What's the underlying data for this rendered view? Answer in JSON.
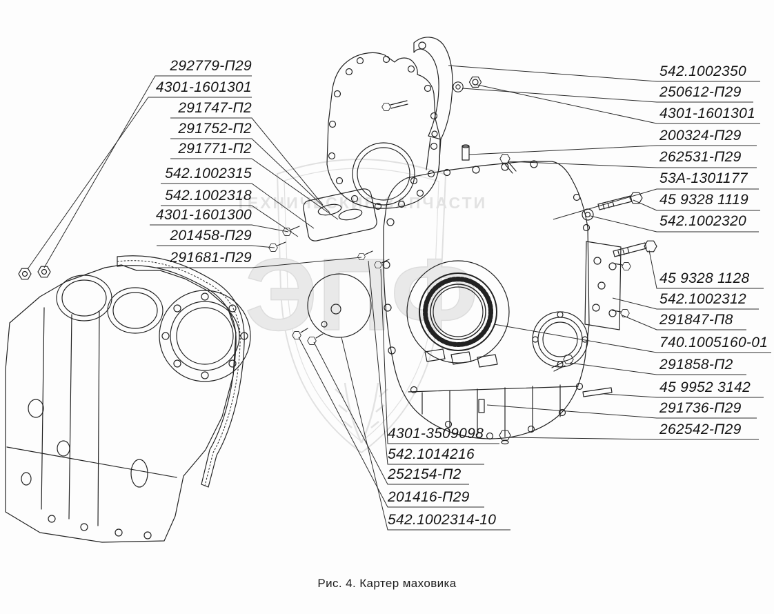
{
  "caption": "Рис. 4. Картер маховика",
  "watermark": {
    "big_text": "ЭПФ",
    "band_text": "ТЕХНИЧЕСКИЕ ЗАПЧАСТИ"
  },
  "labels": {
    "left": [
      "292779-П29",
      "4301-1601301",
      "291747-П2",
      "291752-П2",
      "291771-П2",
      "542.1002315",
      "542.1002318",
      "4301-1601300",
      "201458-П29",
      "291681-П29"
    ],
    "bottom": [
      "4301-3509098",
      "542.1014216",
      "252154-П2",
      "201416-П29",
      "542.1002314-10"
    ],
    "right": [
      "542.1002350",
      "250612-П29",
      "4301-1601301",
      "200324-П29",
      "262531-П29",
      "53А-1301177",
      "45 9328 1119",
      "542.1002320",
      "45 9328 1128",
      "542.1002312",
      "291847-П8",
      "740.1005160-01",
      "291858-П2",
      "45 9952 3142",
      "291736-П29",
      "262542-П29"
    ]
  }
}
